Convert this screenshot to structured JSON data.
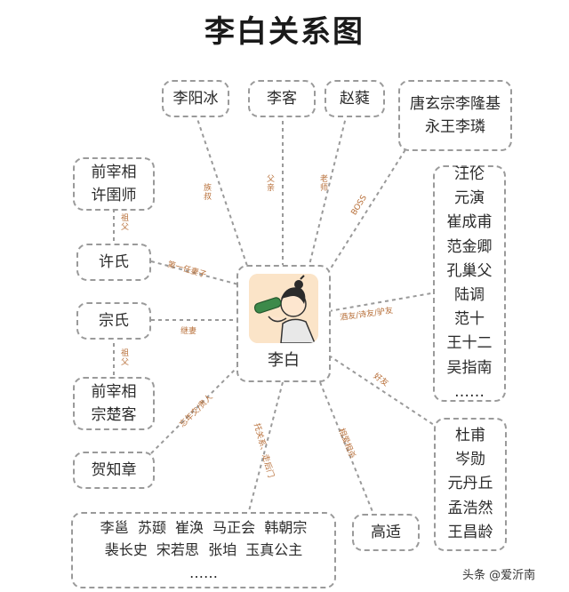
{
  "title": "李白关系图",
  "center": {
    "name": "李白"
  },
  "nodes": {
    "li_yangbing": "李阳冰",
    "li_ke": "李客",
    "zhao_rui": "赵蕤",
    "emperors": [
      "唐玄宗李隆基",
      "永王李璘"
    ],
    "xu_yushi": [
      "前宰相",
      "许圉师"
    ],
    "xu_shi": "许氏",
    "zong_shi": "宗氏",
    "zong_chuke": [
      "前宰相",
      "宗楚客"
    ],
    "he_zhizhang": "贺知章",
    "friends": [
      "汪伦",
      "元演",
      "崔成甫",
      "范金卿",
      "孔巢父",
      "陆调",
      "范十",
      "王十二",
      "吴指南",
      "……"
    ],
    "good_friends": [
      "杜甫",
      "岑勋",
      "元丹丘",
      "孟浩然",
      "王昌龄"
    ],
    "gao_shi": "高适",
    "bottom_group": [
      "李邕  苏颋  崔涣  马正会  韩朝宗",
      "裴长史  宋若思  张垍  玉真公主",
      "……"
    ]
  },
  "edge_labels": {
    "zu_fu_1": "祖父",
    "zu_fu_2": "祖父",
    "zu_shu": "族叔",
    "fu_qin": "父亲",
    "lao_shi": "老师",
    "boss": "BOSS",
    "first_wife": "第一任妻子",
    "ji_qi": "继妻",
    "friends_rel": "酒友/诗友/驴友",
    "hao_you": "好友",
    "wang_nian": "忘年交/贵人",
    "tuo_guanxi": "托关系、走后门",
    "xiang_ai": "相爱相杀"
  },
  "watermark": "头条 @爱沂南",
  "colors": {
    "edge": "#9a9a9a",
    "label": "#b8703a",
    "skin": "#fbe4c8",
    "robe": "#e8e8e8",
    "bottle": "#3d8a4a"
  }
}
